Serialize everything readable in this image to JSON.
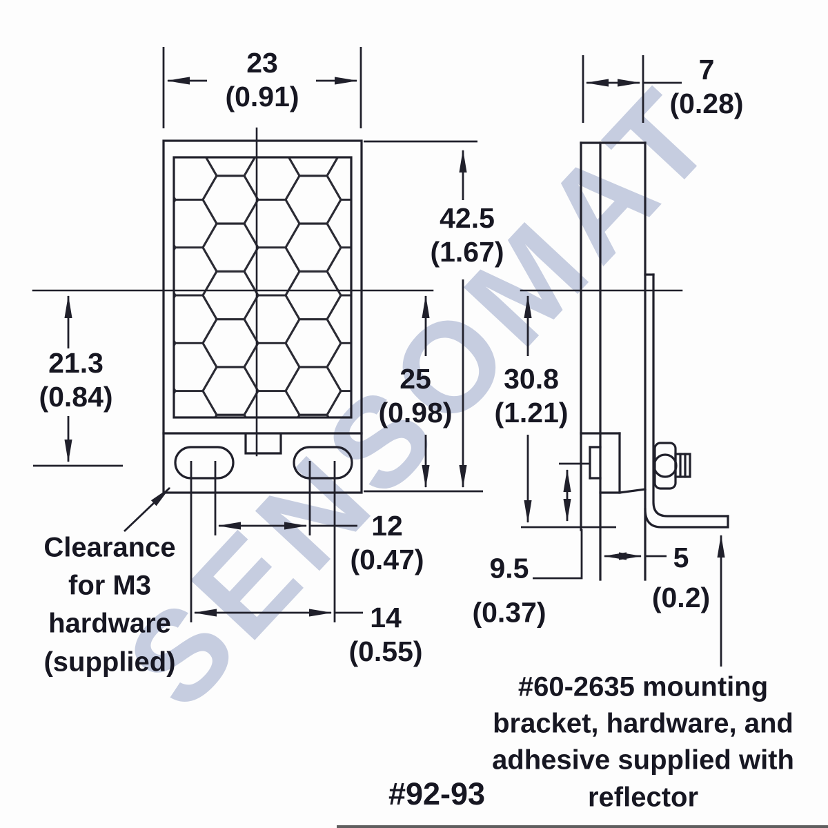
{
  "watermark": {
    "text": "SENSOMAT"
  },
  "part_label": "#92-93",
  "dims": {
    "width": {
      "mm": "23",
      "inch": "(0.91)"
    },
    "height": {
      "mm": "42.5",
      "inch": "(1.67)"
    },
    "center_to_slot": {
      "mm": "21.3",
      "inch": "(0.84)"
    },
    "center_to_bottom": {
      "mm": "25",
      "inch": "(0.98)"
    },
    "slot_pitch_inner": {
      "mm": "12",
      "inch": "(0.47)"
    },
    "slot_pitch_outer": {
      "mm": "14",
      "inch": "(0.55)"
    },
    "depth": {
      "mm": "7",
      "inch": "(0.28)"
    },
    "bracket_height": {
      "mm": "30.8",
      "inch": "(1.21)"
    },
    "boss_to_foot": {
      "mm": "9.5",
      "inch": "(0.37)"
    },
    "foot_offset": {
      "mm": "5",
      "inch": "(0.2)"
    }
  },
  "notes": {
    "clearance": {
      "lines": [
        "Clearance",
        "for M3",
        "hardware",
        "(supplied)"
      ]
    },
    "bracket": {
      "lines": [
        "#60-2635 mounting",
        "bracket, hardware, and",
        "adhesive supplied with",
        "reflector"
      ]
    }
  },
  "colors": {
    "line": "#20202b",
    "text": "#171722",
    "watermark": "#c6cde0",
    "background": "#fdfdfd"
  }
}
